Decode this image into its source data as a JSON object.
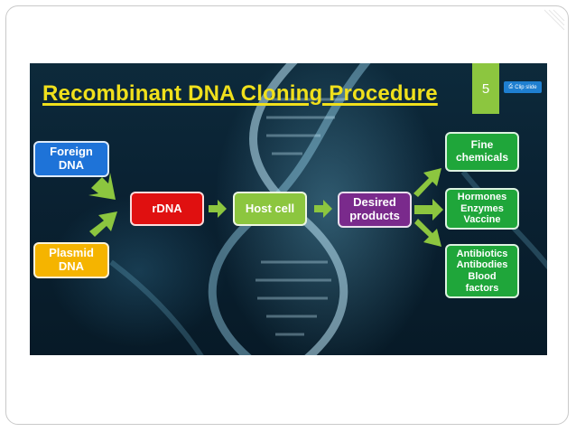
{
  "slide": {
    "title": "Recombinant DNA Cloning Procedure",
    "number": "5",
    "clip_button_label": "Clip slide"
  },
  "diagram": {
    "nodes": {
      "foreign_dna": "Foreign\nDNA",
      "plasmid_dna": "Plasmid\nDNA",
      "rdna": "rDNA",
      "host_cell": "Host cell",
      "desired_products": "Desired\nproducts",
      "fine_chemicals": "Fine\nchemicals",
      "hormones": "Hormones\nEnzymes\nVaccine",
      "antibiotics": "Antibiotics\nAntibodies\nBlood\nfactors"
    },
    "colors": {
      "title": "#f0e01c",
      "foreign_dna": "#1e73d8",
      "plasmid_dna": "#f5b400",
      "rdna": "#e01010",
      "host_cell": "#8cc63f",
      "desired_products": "#7a2a8c",
      "outputs": "#1fa63a",
      "arrows": "#8cc63f",
      "slide_number_tab": "#8cc63f"
    }
  }
}
